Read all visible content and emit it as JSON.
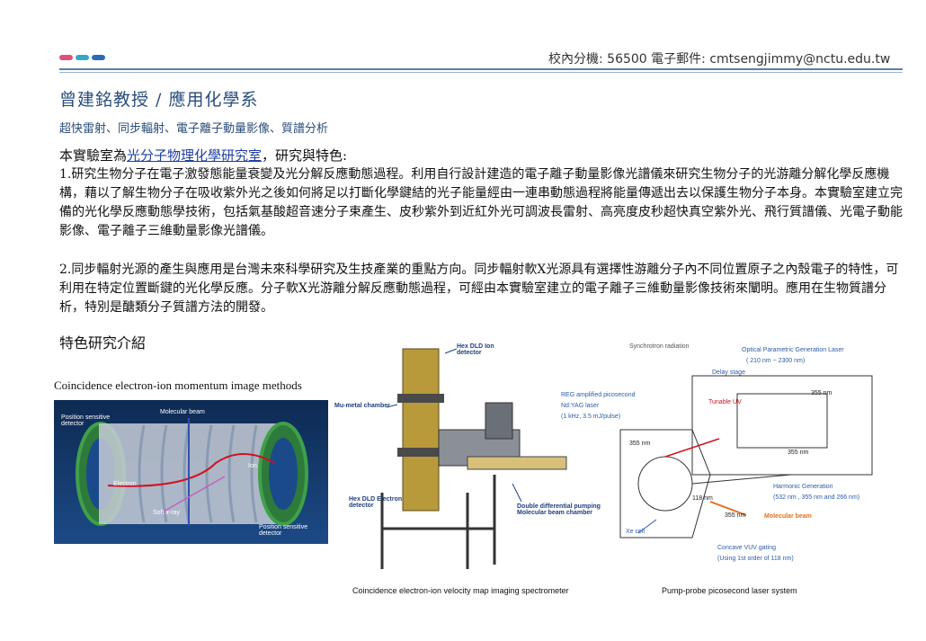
{
  "header": {
    "contact": "校內分機: 56500   電子郵件: cmtsengjimmy@nctu.edu.tw",
    "swatches": [
      "#e0507a",
      "#35a8c8",
      "#2b6cb8"
    ]
  },
  "title": "曾建銘教授 / 應用化學系",
  "subtitle": "超快雷射、同步輻射、電子離子動量影像、質譜分析",
  "intro": {
    "prefix": "本實驗室為",
    "link": "光分子物理化學研究室",
    "suffix": "，研究與特色:"
  },
  "paragraphs": [
    "1.研究生物分子在電子激發態能量衰變及光分解反應動態過程。利用自行設計建造的電子離子動量影像光譜儀來研究生物分子的光游離分解化學反應機構，藉以了解生物分子在吸收紫外光之後如何將足以打斷化學鍵結的光子能量經由一連串動態過程將能量傳遞出去以保護生物分子本身。本實驗室建立完備的光化學反應動態學技術，包括氣基酸超音速分子束產生、皮秒紫外到近紅外光可調波長雷射、高亮度皮秒超快真空紫外光、飛行質譜儀、光電子動能影像、電子離子三維動量影像光譜儀。",
    "2.同步輻射光源的產生與應用是台灣未來科學研究及生技產業的重點方向。同步輻射軟X光源具有選擇性游離分子內不同位置原子之內殼電子的特性，可利用在特定位置斷鍵的光化學反應。分子軟X光游離分解反應動態過程，可經由本實驗室建立的電子離子三維動量影像技術來闡明。應用在生物質譜分析，特別是醣類分子質譜方法的開發。"
  ],
  "section_title": "特色研究介紹",
  "figures": {
    "fig1": {
      "caption": "Coincidence electron-ion momentum image methods",
      "labels": {
        "pos_det_1": "Position sensitive detector",
        "mol_beam": "Molecular beam",
        "ion": "Ion",
        "electron": "Electron",
        "soft_xray": "Soft x-ray",
        "pos_det_2": "Position sensitive detector"
      }
    },
    "fig2": {
      "caption": "Coincidence electron-ion velocity map imaging spectrometer",
      "labels": {
        "hex_ion": "Hex DLD Ion detector",
        "mu_metal": "Mu-metal chamber",
        "hex_electron": "Hex DLD Electron detector",
        "pumping": "Double differential pumping Molecular beam chamber"
      }
    },
    "fig3": {
      "caption": "Pump-probe picosecond laser system",
      "labels": {
        "synchrotron": "Synchrotron radiation",
        "opg": "Optical Parametric Generation Laser",
        "opg_range": "( 210 nm ~ 2300 nm)",
        "delay": "Delay stage",
        "reg": "REG amplified picosecond",
        "ndyag": "Nd:YAG laser",
        "rate": "(1 kHz, 3.5 mJ/pulse)",
        "tunable": "Tunable UV",
        "nm355a": "355 nm",
        "nm355b": "355 nm",
        "nm355c": "355 nm",
        "nm355d": "355 nm",
        "nm118": "118 nm",
        "harmonic": "Harmonic Generation",
        "harmonic_range": "(532 nm , 355 nm and 266 nm)",
        "molbeam": "Molecular beam",
        "xecell": "Xe cell",
        "vuv": "Concave VUV gating",
        "vuv2": "(Using 1st order of 118 nm)"
      }
    }
  }
}
